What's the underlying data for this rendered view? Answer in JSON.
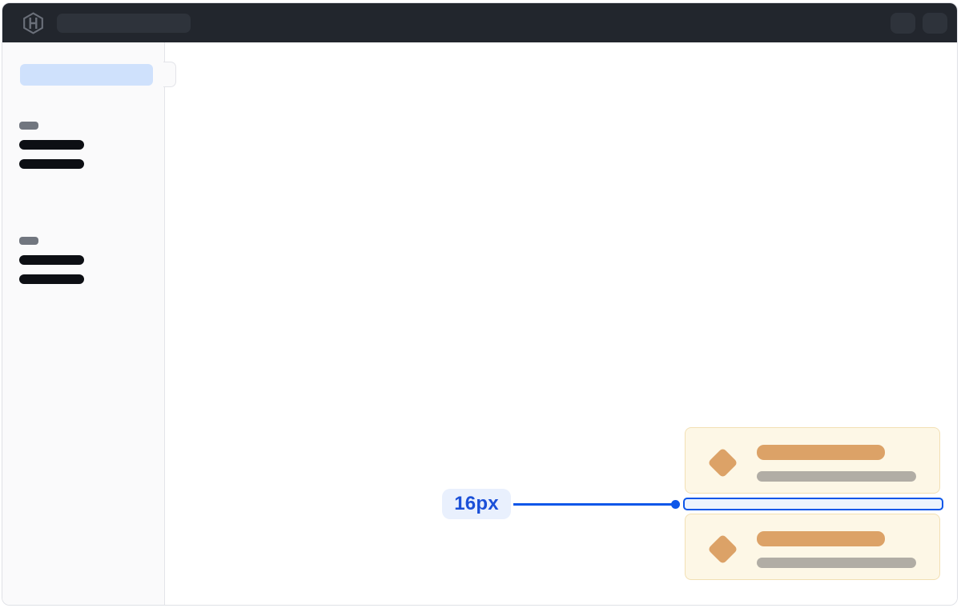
{
  "topbar": {
    "logo_icon": "hashicorp-logo-icon",
    "search_placeholder_skeleton": "search-bar-placeholder",
    "action_placeholders": [
      "action-pill-placeholder",
      "action-pill-placeholder"
    ]
  },
  "sidebar": {
    "active_item_skeleton": "active-nav-item-placeholder",
    "toggle_tab": "sidebar-flyout-tab",
    "groups": [
      {
        "label_skeleton": "section-label-placeholder",
        "item_skeletons": [
          "nav-link-placeholder",
          "nav-link-placeholder"
        ]
      },
      {
        "label_skeleton": "section-label-placeholder",
        "item_skeletons": [
          "nav-link-placeholder",
          "nav-link-placeholder"
        ]
      }
    ]
  },
  "content": {
    "cards": [
      {
        "icon": "diamond-icon",
        "title_skeleton": "title-placeholder",
        "subtitle_skeleton": "subtitle-placeholder"
      },
      {
        "icon": "diamond-icon",
        "title_skeleton": "title-placeholder",
        "subtitle_skeleton": "subtitle-placeholder"
      }
    ],
    "spacing_annotation": {
      "label": "16px"
    }
  },
  "colors": {
    "frame_border": "#dfe1e6",
    "header_bg": "#22262d",
    "header_pill": "#2e333b",
    "logo_gray": "#6a6f79",
    "sidebar_bg": "#fafafb",
    "sidebar_border": "#e3e4e9",
    "active_bg": "#cfe1fc",
    "section_pill": "#71767f",
    "nav_bar": "#0d0f14",
    "card_bg": "#fdf7e6",
    "card_border": "#f2e0b4",
    "orange": "#dca267",
    "gray_bar": "#b1ada5",
    "accent_blue": "#0c56e9",
    "gap_fill": "#ecf3fd",
    "badge_bg": "#e9f0fd",
    "badge_text": "#1b50d8"
  }
}
